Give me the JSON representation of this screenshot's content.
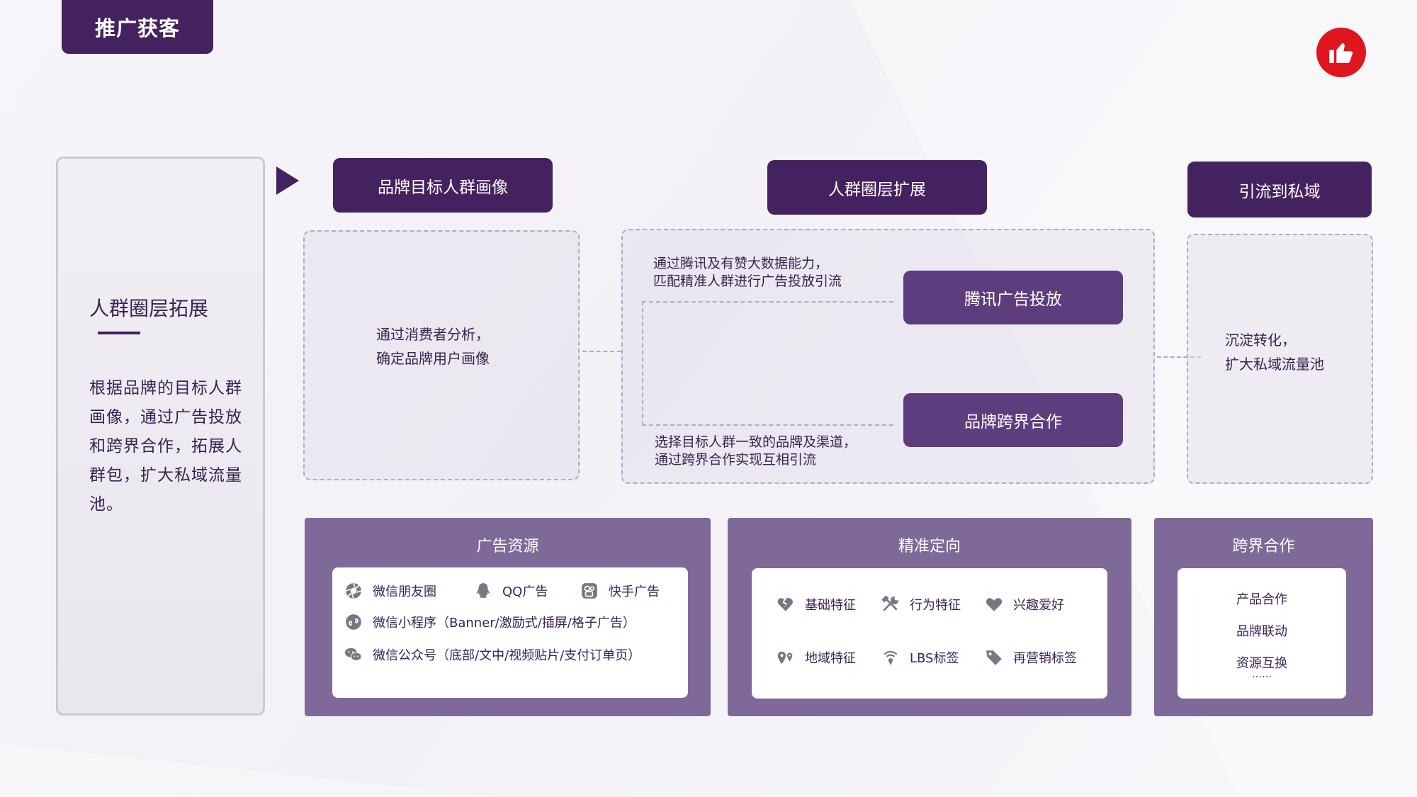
{
  "page": {
    "tab_title": "推广获客"
  },
  "left": {
    "title": "人群圈层拓展",
    "description": "根据品牌的目标人群画像，通过广告投放和跨界合作，拓展人群包，扩大私域流量池。"
  },
  "steps": {
    "step1": {
      "header": "品牌目标人群画像",
      "text_line1": "通过消费者分析，",
      "text_line2": "确定品牌用户画像"
    },
    "step2": {
      "header": "人群圈层扩展",
      "top_text_line1": "通过腾讯及有赞大数据能力，",
      "top_text_line2": "匹配精准人群进行广告投放引流",
      "sub_button1": "腾讯广告投放",
      "bottom_text_line1": "选择目标人群一致的品牌及渠道，",
      "bottom_text_line2": "通过跨界合作实现互相引流",
      "sub_button2": "品牌跨界合作"
    },
    "step3": {
      "header": "引流到私域",
      "text_line1": "沉淀转化，",
      "text_line2": "扩大私域流量池"
    }
  },
  "resources": {
    "ads": {
      "title": "广告资源",
      "items": [
        {
          "icon": "camera-shutter-icon",
          "label": "微信朋友圈"
        },
        {
          "icon": "qq-penguin-icon",
          "label": "QQ广告"
        },
        {
          "icon": "kuaishou-icon",
          "label": "快手广告"
        },
        {
          "icon": "mini-program-icon",
          "label": "微信小程序（Banner/激励式/插屏/格子广告）"
        },
        {
          "icon": "wechat-icon",
          "label": "微信公众号（底部/文中/视频贴片/支付订单页）"
        }
      ]
    },
    "targeting": {
      "title": "精准定向",
      "items": [
        {
          "icon": "broken-heart-icon",
          "label": "基础特征"
        },
        {
          "icon": "tools-icon",
          "label": "行为特征"
        },
        {
          "icon": "heart-icon",
          "label": "兴趣爱好"
        },
        {
          "icon": "map-pin-icon",
          "label": "地域特征"
        },
        {
          "icon": "location-signal-icon",
          "label": "LBS标签"
        },
        {
          "icon": "tag-icon",
          "label": "再营销标签"
        }
      ]
    },
    "crossover": {
      "title": "跨界合作",
      "items": [
        "产品合作",
        "品牌联动",
        "资源互换",
        "……"
      ]
    }
  },
  "colors": {
    "primary": "#44215f",
    "secondary": "#5d3d7e",
    "card": "#7f6999",
    "badge": "#e0161f"
  }
}
